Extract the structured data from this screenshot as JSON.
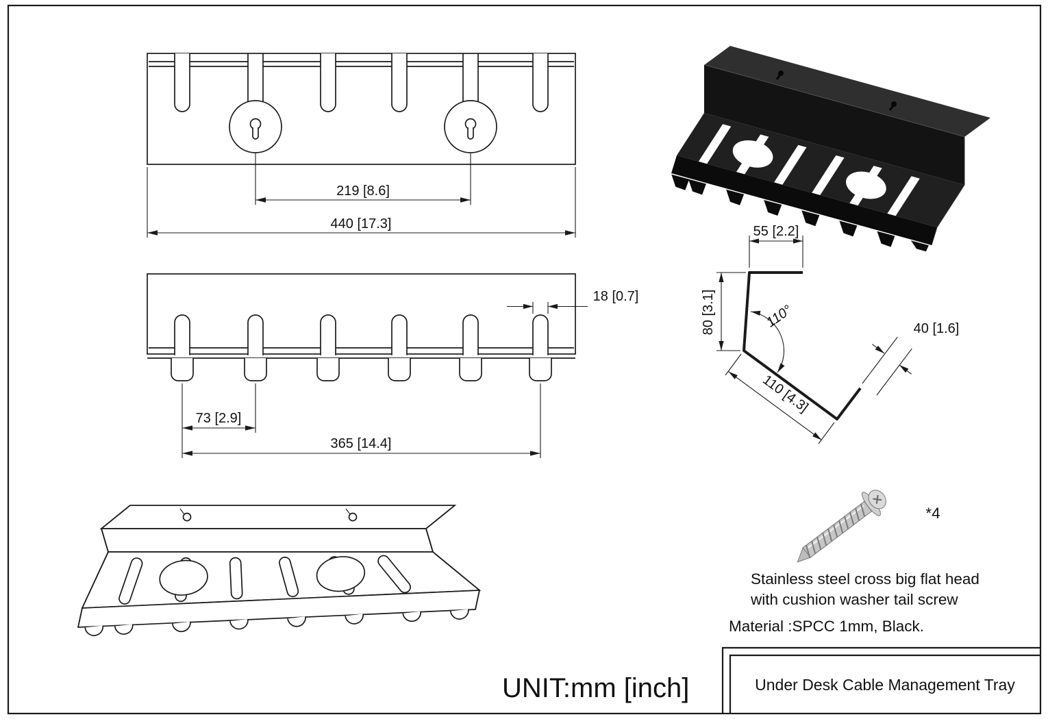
{
  "page": {
    "unit_label": "UNIT:mm [inch]",
    "title_block": {
      "title": "Under Desk Cable Management Tray"
    }
  },
  "front_view": {
    "dim_hole_spacing": "219 [8.6]",
    "dim_overall_width": "440 [17.3]"
  },
  "bottom_view": {
    "dim_slot_width": "18 [0.7]",
    "dim_first_pitch": "73 [2.9]",
    "dim_slot_span": "365 [14.4]"
  },
  "profile_view": {
    "dim_flange_depth": "55 [2.2]",
    "dim_height": "80 [3.1]",
    "dim_bend_angle": "110°",
    "dim_base_depth": "110 [4.3]",
    "dim_lip_height": "40 [1.6]"
  },
  "hardware": {
    "screw_quantity": "*4",
    "screw_description_line1": "Stainless steel cross big flat head",
    "screw_description_line2": "with cushion washer tail screw",
    "material_note": "Material :SPCC 1mm,  Black."
  },
  "colors": {
    "line": "#1a1a1a",
    "render_dark": "#131313",
    "render_flange": "#2f2f2f"
  }
}
